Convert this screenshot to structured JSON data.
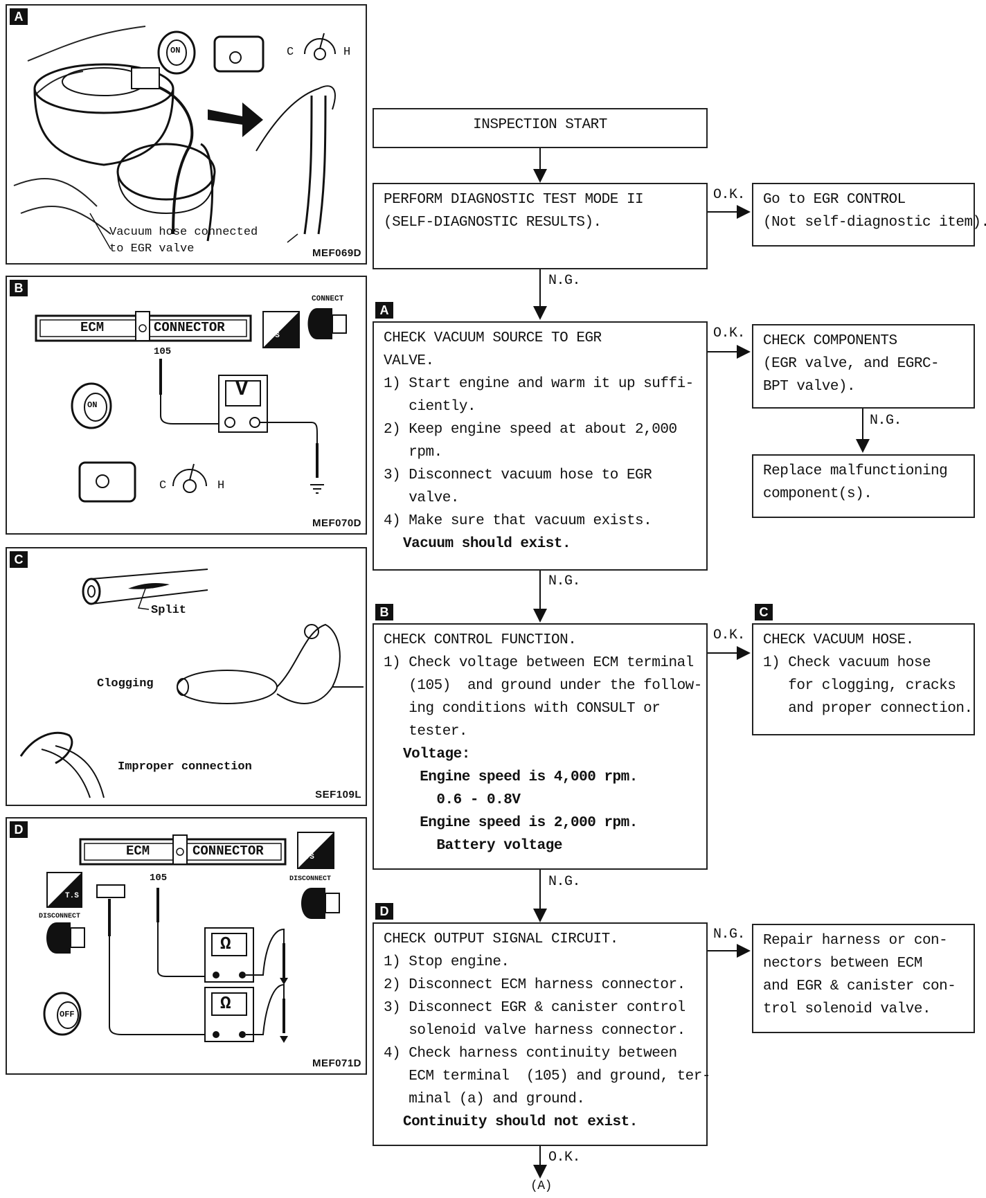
{
  "panels": {
    "a": {
      "tag": "A",
      "callout_1": "Vacuum hose connected",
      "callout_2": "to EGR valve",
      "code": "MEF069D",
      "gauge_c": "C",
      "gauge_h": "H",
      "key": "ON"
    },
    "b": {
      "tag": "B",
      "connector_left": "ECM",
      "connector_right": "CONNECTOR",
      "pin": "105",
      "meter": "V",
      "connect": "CONNECT",
      "code": "MEF070D",
      "gauge_c": "C",
      "gauge_h": "H",
      "key": "ON",
      "badge": "H.S"
    },
    "c": {
      "tag": "C",
      "split": "Split",
      "clogging": "Clogging",
      "improper": "Improper connection",
      "code": "SEF109L"
    },
    "d": {
      "tag": "D",
      "connector_left": "ECM",
      "connector_right": "CONNECTOR",
      "pin": "105",
      "disconnect": "DISCONNECT",
      "code": "MEF071D",
      "meter": "Ω",
      "key": "OFF",
      "badge_hs": "H.S",
      "badge_ts": "T.S"
    }
  },
  "flow": {
    "start": "INSPECTION START",
    "step1": [
      "PERFORM DIAGNOSTIC TEST MODE II",
      "(SELF-DIAGNOSTIC RESULTS)."
    ],
    "step1_ok": [
      "Go to EGR CONTROL",
      "(Not self-diagnostic item)."
    ],
    "step2_tag": "A",
    "step2": [
      "CHECK VACUUM SOURCE TO EGR",
      "VALVE.",
      "1) Start engine and warm it up suffi-",
      "   ciently.",
      "2) Keep engine speed at about 2,000",
      "   rpm.",
      "3) Disconnect vacuum hose to EGR",
      "   valve.",
      "4) Make sure that vacuum exists."
    ],
    "step2_bold": "Vacuum should exist.",
    "step2_ok": [
      "CHECK COMPONENTS",
      "(EGR valve, and EGRC-",
      "BPT valve)."
    ],
    "step2_ok_ng": [
      "Replace malfunctioning",
      "component(s)."
    ],
    "step3_tag": "B",
    "step3": [
      "CHECK CONTROL FUNCTION.",
      "1) Check voltage between ECM terminal",
      "   (105)  and ground under the follow-",
      "   ing conditions with CONSULT or",
      "   tester."
    ],
    "step3_bold": [
      "Voltage:",
      "  Engine speed is 4,000 rpm.",
      "    0.6 - 0.8V",
      "  Engine speed is 2,000 rpm.",
      "    Battery voltage"
    ],
    "step3_ok_tag": "C",
    "step3_ok": [
      "CHECK VACUUM HOSE.",
      "1) Check vacuum hose",
      "   for clogging, cracks",
      "   and proper connection."
    ],
    "step4_tag": "D",
    "step4": [
      "CHECK OUTPUT SIGNAL CIRCUIT.",
      "1) Stop engine.",
      "2) Disconnect ECM harness connector.",
      "3) Disconnect EGR & canister control",
      "   solenoid valve harness connector.",
      "4) Check harness continuity between",
      "   ECM terminal  (105) and ground, ter-",
      "   minal (a) and ground."
    ],
    "step4_bold": "Continuity should not exist.",
    "step4_ng": [
      "Repair harness or con-",
      "nectors between ECM",
      "and EGR & canister con-",
      "trol solenoid valve."
    ],
    "labels": {
      "ok": "O.K.",
      "ng": "N.G."
    },
    "end": "(A)"
  }
}
